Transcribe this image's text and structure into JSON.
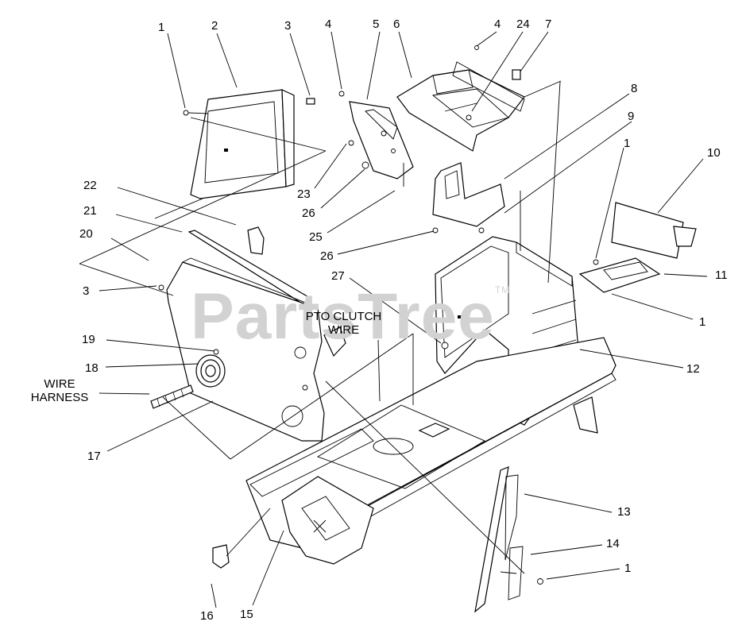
{
  "watermark": {
    "text": "PartsTree",
    "mark": "TM"
  },
  "notes": {
    "pto_clutch_wire": [
      "PTO CLUTCH",
      "WIRE"
    ],
    "wire_harness": [
      "WIRE",
      "HARNESS"
    ]
  },
  "callouts": [
    "1",
    "2",
    "3",
    "4",
    "5",
    "6",
    "4",
    "24",
    "7",
    "8",
    "9",
    "1",
    "10",
    "22",
    "21",
    "20",
    "3",
    "23",
    "26",
    "25",
    "26",
    "27",
    "11",
    "1",
    "19",
    "18",
    "12",
    "17",
    "13",
    "14",
    "1",
    "16",
    "15"
  ]
}
